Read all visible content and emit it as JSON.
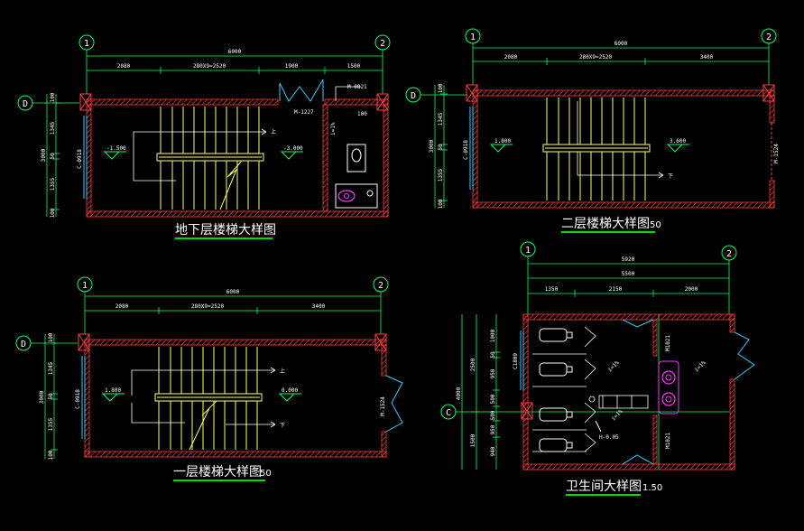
{
  "colors": {
    "background": "#000000",
    "wall": "#ff3b3b",
    "stairs": "#ffff66",
    "dims": "#00ff66",
    "text": "#ffffff",
    "window": "#33ccff",
    "fixture": "#ffffff",
    "sink": "#ff33ff",
    "underline": "#00dd00"
  },
  "plans": {
    "basement": {
      "title": "地下层楼梯大样图",
      "axes": {
        "left": "1",
        "right": "2",
        "row": "D"
      },
      "dims_total": "6000",
      "dims_segments": [
        "2080",
        "280X9=2520",
        "1900",
        "1500"
      ],
      "dims_vertical": [
        "100",
        "1345",
        "50",
        "1355",
        "100"
      ],
      "dims_vertical_total": "3000",
      "labels": {
        "window": "C-0918",
        "door_m1227": "M-1227",
        "door_m0821": "M-0821",
        "slope": "i=1%",
        "up": "上",
        "elev_left": "-1.500",
        "elev_right": "-3.000",
        "floor": "100"
      }
    },
    "second": {
      "title": "二层楼梯大样图",
      "scale": "50",
      "axes": {
        "left": "1",
        "right": "2",
        "row": "D"
      },
      "dims_total": "6000",
      "dims_segments": [
        "2080",
        "280X9=2520",
        "3400"
      ],
      "dims_vertical": [
        "100",
        "1345",
        "50",
        "1355",
        "100"
      ],
      "dims_vertical_total": "3000",
      "labels": {
        "window": "C-0918",
        "door": "M-1524",
        "down": "下",
        "elev_left": "1.800",
        "elev_right": "3.600"
      }
    },
    "first": {
      "title": "一层楼梯大样图",
      "scale": "50",
      "axes": {
        "left": "1",
        "right": "2",
        "row": "D"
      },
      "dims_total": "6000",
      "dims_segments": [
        "2080",
        "280X9=2520",
        "3400"
      ],
      "dims_vertical": [
        "100",
        "1345",
        "50",
        "1355",
        "100"
      ],
      "dims_vertical_total": "3000",
      "labels": {
        "window": "C-0918",
        "door": "M-1524",
        "up": "上",
        "down": "下",
        "elev_left": "1.800",
        "elev_right": "0.000"
      }
    },
    "toilet": {
      "title": "卫生间大样图",
      "scale": "1.50",
      "axes": {
        "left": "1",
        "right": "2",
        "row": "C"
      },
      "dims_total_outer": "5920",
      "dims_total_inner": "5500",
      "dims_segments": [
        "1350",
        "2150",
        "2000"
      ],
      "dims_vertical_left": [
        "2500",
        "1500"
      ],
      "dims_vertical_total": "4000",
      "dims_vertical_right": [
        "1000",
        "50",
        "950",
        "500",
        "500",
        "950",
        "940"
      ],
      "labels": {
        "window": "C1809",
        "door_top": "M1021",
        "door_bottom": "M1021",
        "slope_a": "i=1%",
        "slope_b": "i=1%",
        "slope_c": "i=1%",
        "elev": "H-0.05"
      }
    }
  }
}
